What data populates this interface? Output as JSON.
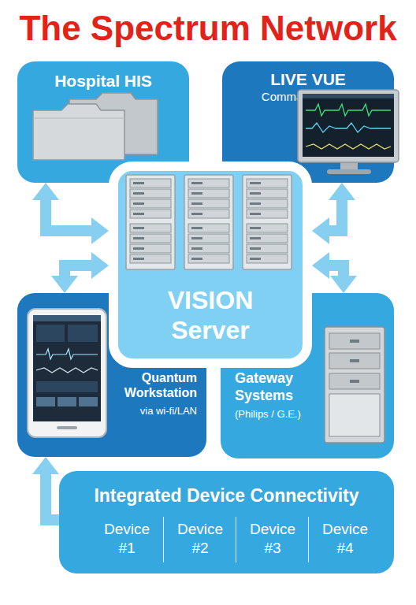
{
  "diagram": {
    "title": "The Spectrum Network",
    "nodes": [
      {
        "text": [
          "Hospital HIS"
        ]
      },
      {
        "text": [
          "LIVE VUE",
          "Command Center"
        ]
      },
      {
        "text": [
          "VISION Server"
        ]
      },
      {
        "text": [
          "Quantum Workstation",
          "via wi-fi/LAN"
        ]
      },
      {
        "text": [
          "Gateway Systems",
          "(Philips / G.E.)"
        ]
      },
      {
        "text": [
          "Integrated Device Connectivity"
        ]
      },
      {
        "text": [
          "Device #1"
        ],
        "in": 5
      },
      {
        "text": [
          "Device #2"
        ],
        "in": 5
      },
      {
        "text": [
          "Device #3"
        ],
        "in": 5
      },
      {
        "text": [
          "Device #4"
        ],
        "in": 5
      }
    ],
    "edges": [
      {
        "from": 2,
        "to": 0,
        "arrow": "both"
      },
      {
        "from": 2,
        "to": 1,
        "arrow": "both"
      },
      {
        "from": 2,
        "to": 3,
        "arrow": "both"
      },
      {
        "from": 2,
        "to": 4,
        "arrow": "both"
      },
      {
        "from": 5,
        "to": 3,
        "arrow": "to"
      }
    ]
  }
}
